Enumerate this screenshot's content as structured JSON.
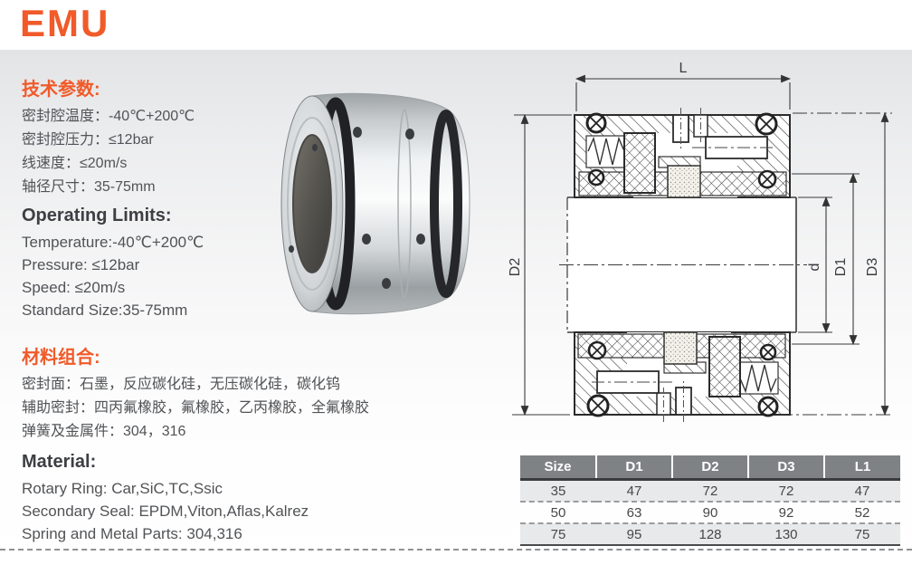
{
  "brand": {
    "name": "EMU",
    "accent_color": "#f15a29"
  },
  "sections": {
    "tech_params": {
      "heading": "技术参数:",
      "lines": [
        "密封腔温度：-40℃+200℃",
        "密封腔压力：≤12bar",
        "线速度：≤20m/s",
        "轴径尺寸：35-75mm"
      ]
    },
    "operating_limits": {
      "heading": "Operating Limits:",
      "lines": [
        "Temperature:-40℃+200℃",
        "Pressure: ≤12bar",
        "Speed: ≤20m/s",
        "Standard Size:35-75mm"
      ]
    },
    "material_cn": {
      "heading": "材料组合:",
      "lines": [
        "密封面：石墨，反应碳化硅，无压碳化硅，碳化钨",
        "辅助密封：四丙氟橡胶，氟橡胶，乙丙橡胶，全氟橡胶",
        "弹簧及金属件：304，316"
      ]
    },
    "material_en": {
      "heading": "Material:",
      "lines": [
        "Rotary Ring: Car,SiC,TC,Ssic",
        "Secondary Seal: EPDM,Viton,Aflas,Kalrez",
        "Spring and Metal Parts: 304,316"
      ]
    }
  },
  "drawing": {
    "dim_labels": {
      "length": "L",
      "outer_left": "D2",
      "shaft": "d",
      "inner_right": "D1",
      "outer_right": "D3"
    }
  },
  "size_table": {
    "headers": [
      "Size",
      "D1",
      "D2",
      "D3",
      "L1"
    ],
    "rows": [
      [
        "35",
        "47",
        "72",
        "72",
        "47"
      ],
      [
        "50",
        "63",
        "90",
        "92",
        "52"
      ],
      [
        "75",
        "95",
        "128",
        "130",
        "75"
      ]
    ]
  },
  "colors": {
    "accent": "#f15a29",
    "table_header_bg": "#7f8285",
    "table_alt_row_bg": "#e8e9ea",
    "body_text": "#515356"
  }
}
